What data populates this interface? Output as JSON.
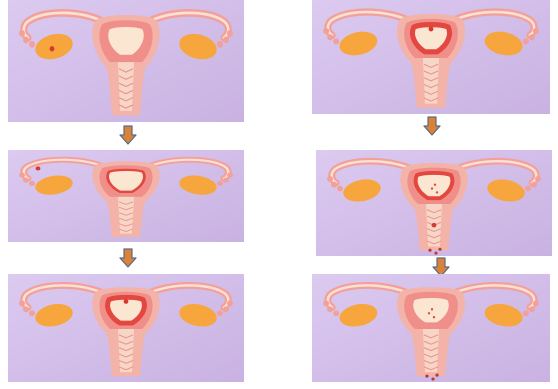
{
  "diagram": {
    "colors": {
      "background": "#c9b2e2",
      "background_light": "#dccaf0",
      "uterus_outer": "#f3b3a8",
      "uterus_wall": "#f08f8a",
      "uterus_cavity": "#fbe6d2",
      "lining_thick": "#e3473f",
      "cervix_folds": "#f6d6c6",
      "tube": "#f2a19a",
      "tube_inner": "#fbe0d4",
      "ovary": "#f6a63c",
      "egg": "#d63a2e",
      "arrow": "#d9833a",
      "arrow_outline": "#5a6a80",
      "blood": "#c0392b"
    },
    "panels": [
      {
        "id": "p1",
        "column": "left",
        "stage": 1,
        "egg_in": "ovary",
        "lining": "thin"
      },
      {
        "id": "p2",
        "column": "left",
        "stage": 2,
        "egg_in": "tube",
        "lining": "medium"
      },
      {
        "id": "p3",
        "column": "left",
        "stage": 3,
        "egg_in": "uterus",
        "lining": "thick"
      },
      {
        "id": "p4",
        "column": "right",
        "stage": 1,
        "egg_in": "uterus",
        "lining": "thick"
      },
      {
        "id": "p5",
        "column": "right",
        "stage": 2,
        "egg_in": "cervix",
        "lining": "shedding"
      },
      {
        "id": "p6",
        "column": "right",
        "stage": 3,
        "egg_in": "none",
        "lining": "shed"
      }
    ],
    "arrows": [
      {
        "id": "a1",
        "direction": "down"
      },
      {
        "id": "a2",
        "direction": "down"
      },
      {
        "id": "a3",
        "direction": "down"
      },
      {
        "id": "a4",
        "direction": "down"
      }
    ],
    "icons": {
      "uterus": "uterus-illustration",
      "ovary": "ovary-icon",
      "arrow": "down-arrow-icon"
    }
  }
}
